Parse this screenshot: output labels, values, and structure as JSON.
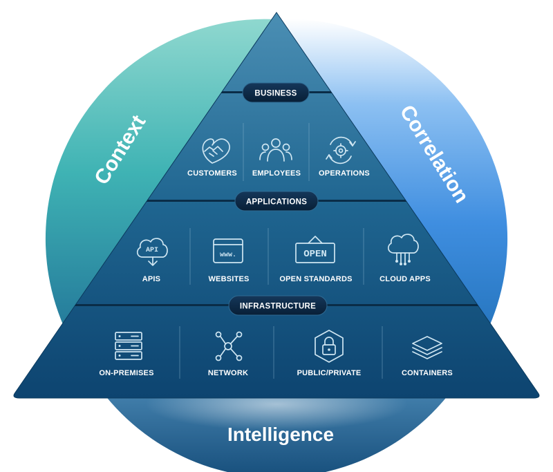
{
  "ring": {
    "left_word": "Context",
    "right_word": "Correlation",
    "bottom_word": "Intelligence"
  },
  "sections": {
    "business": {
      "label": "BUSINESS",
      "items": [
        {
          "label": "CUSTOMERS",
          "icon": "handshake-heart-icon"
        },
        {
          "label": "EMPLOYEES",
          "icon": "people-group-icon"
        },
        {
          "label": "OPERATIONS",
          "icon": "gear-cycle-icon"
        }
      ]
    },
    "applications": {
      "label": "APPLICATIONS",
      "items": [
        {
          "label": "APIS",
          "icon": "api-cloud-icon",
          "icon_text": "API"
        },
        {
          "label": "WEBSITES",
          "icon": "browser-window-icon",
          "icon_text": "www."
        },
        {
          "label": "OPEN STANDARDS",
          "icon": "open-sign-icon",
          "icon_text": "OPEN"
        },
        {
          "label": "CLOUD APPS",
          "icon": "cloud-circuit-icon"
        }
      ]
    },
    "infrastructure": {
      "label": "INFRASTRUCTURE",
      "items": [
        {
          "label": "ON-PREMISES",
          "icon": "server-rack-icon"
        },
        {
          "label": "NETWORK",
          "icon": "network-nodes-icon"
        },
        {
          "label": "PUBLIC/PRIVATE",
          "icon": "hexagon-lock-icon"
        },
        {
          "label": "CONTAINERS",
          "icon": "layers-stack-icon"
        }
      ]
    }
  },
  "colors": {
    "pyramid_top": "#3a7fa6",
    "pyramid_bottom": "#0f4a72",
    "pill": "#0b2a45",
    "ring_teal": "#5cc3bf",
    "ring_blue": "#3f8ee0",
    "ring_dark": "#1c5d8c"
  }
}
